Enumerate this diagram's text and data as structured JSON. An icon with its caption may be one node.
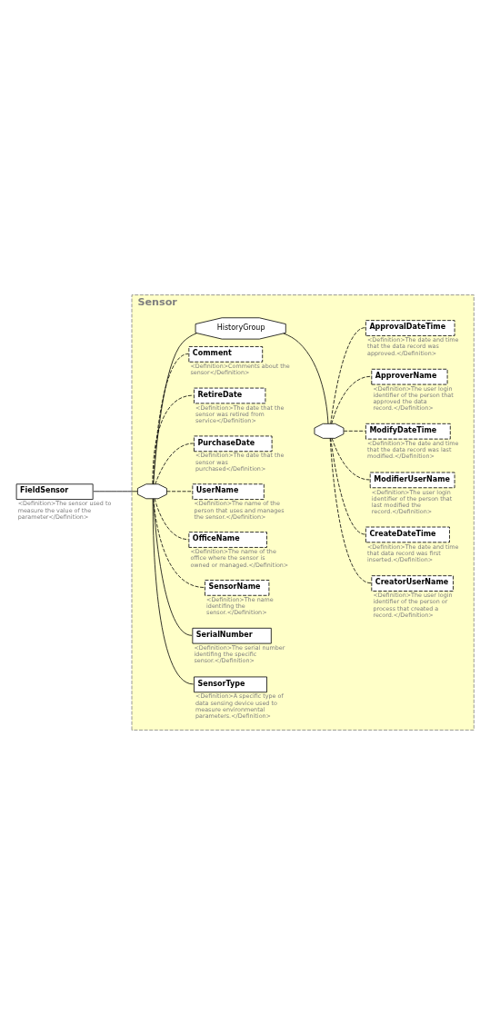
{
  "diagram": {
    "nodes": [
      {
        "text": [
          "FieldSensor"
        ],
        "beside": [
          "<Definition>The sensor used to measure the value of the parameter</Definition>"
        ]
      },
      {
        "text": [
          "Sensor"
        ]
      },
      {
        "text": [],
        "shape": "octagon",
        "in": 1
      },
      {
        "text": [
          "SensorType"
        ],
        "in": 1,
        "beside": [
          "<Definition>A specific type of data sensing device used to measure environmental parameters.</Definition>"
        ]
      },
      {
        "text": [
          "SerialNumber"
        ],
        "in": 1,
        "beside": [
          "<Definition>The serial number identifing the specific sensor.</Definition>"
        ]
      },
      {
        "text": [
          "SensorName"
        ],
        "in": 1,
        "beside": [
          "<Definition>The name identifing the sensor.</Definition>"
        ]
      },
      {
        "text": [
          "OfficeName"
        ],
        "in": 1,
        "beside": [
          "<Definition>The name of the office where the sensor is owned or managed.</Definition>"
        ]
      },
      {
        "text": [
          "UserName"
        ],
        "in": 1,
        "beside": [
          "<Definition>The name of the person that uses and manages the sensor.</Definition>"
        ]
      },
      {
        "text": [
          "PurchaseDate"
        ],
        "in": 1,
        "beside": [
          "<Definition>The date that the sensor was purchased</Definition>"
        ]
      },
      {
        "text": [
          "RetireDate"
        ],
        "in": 1,
        "beside": [
          "<Definition>The date that the sensor was retired from service</Definition>"
        ]
      },
      {
        "text": [
          "Comment"
        ],
        "in": 1,
        "beside": [
          "<Definition>Comments about the sensor</Definition>"
        ]
      },
      {
        "text": [
          "HistoryGroup"
        ],
        "in": 1
      },
      {
        "text": [],
        "shape": "octagon",
        "in": 1
      },
      {
        "text": [
          "CreatorUserName"
        ],
        "in": 1,
        "beside": [
          "<Definition>The user login identifier of the person or process that created a record.</Definition>"
        ]
      },
      {
        "text": [
          "CreateDateTime"
        ],
        "in": 1,
        "beside": [
          "<Definition>The date and time that data record was first inserted.</Definition>"
        ]
      },
      {
        "text": [
          "ModifierUserName"
        ],
        "in": 1,
        "beside": [
          "<Definition>The user login identifier of the person that last modified the record.</Definition>"
        ]
      },
      {
        "text": [
          "ModifyDateTime"
        ],
        "in": 1,
        "beside": [
          "<Definition>The date and time that the data record was last modified.</Definition>"
        ]
      },
      {
        "text": [
          "ApproverName"
        ],
        "in": 1,
        "beside": [
          "<Definition>The user login identifier of the person that approved the data record.</Definition>"
        ]
      },
      {
        "text": [
          "ApprovalDateTime"
        ],
        "in": 1,
        "beside": [
          "<Definition>The date and time that the data record was approved.</Definition>"
        ]
      }
    ],
    "edges": [
      {
        "from": 0,
        "to": 2,
        "arrow": "none"
      },
      {
        "from": 2,
        "to": 3,
        "arrow": "none"
      },
      {
        "from": 2,
        "to": 4,
        "arrow": "none"
      },
      {
        "from": 2,
        "to": 5,
        "arrow": "none",
        "style": "dashed"
      },
      {
        "from": 2,
        "to": 6,
        "arrow": "none",
        "style": "dashed"
      },
      {
        "from": 2,
        "to": 7,
        "arrow": "none",
        "style": "dashed"
      },
      {
        "from": 2,
        "to": 8,
        "arrow": "none",
        "style": "dashed"
      },
      {
        "from": 2,
        "to": 9,
        "arrow": "none",
        "style": "dashed"
      },
      {
        "from": 2,
        "to": 10,
        "arrow": "none",
        "style": "dashed"
      },
      {
        "from": 2,
        "to": 11,
        "arrow": "none"
      },
      {
        "from": 11,
        "to": 12,
        "arrow": "none"
      },
      {
        "from": 12,
        "to": 13,
        "arrow": "none",
        "style": "dashed"
      },
      {
        "from": 12,
        "to": 14,
        "arrow": "none",
        "style": "dashed"
      },
      {
        "from": 12,
        "to": 15,
        "arrow": "none",
        "style": "dashed"
      },
      {
        "from": 12,
        "to": 16,
        "arrow": "none",
        "style": "dashed"
      },
      {
        "from": 12,
        "to": 17,
        "arrow": "none",
        "style": "dashed"
      },
      {
        "from": 12,
        "to": 18,
        "arrow": "none",
        "style": "dashed"
      }
    ]
  }
}
